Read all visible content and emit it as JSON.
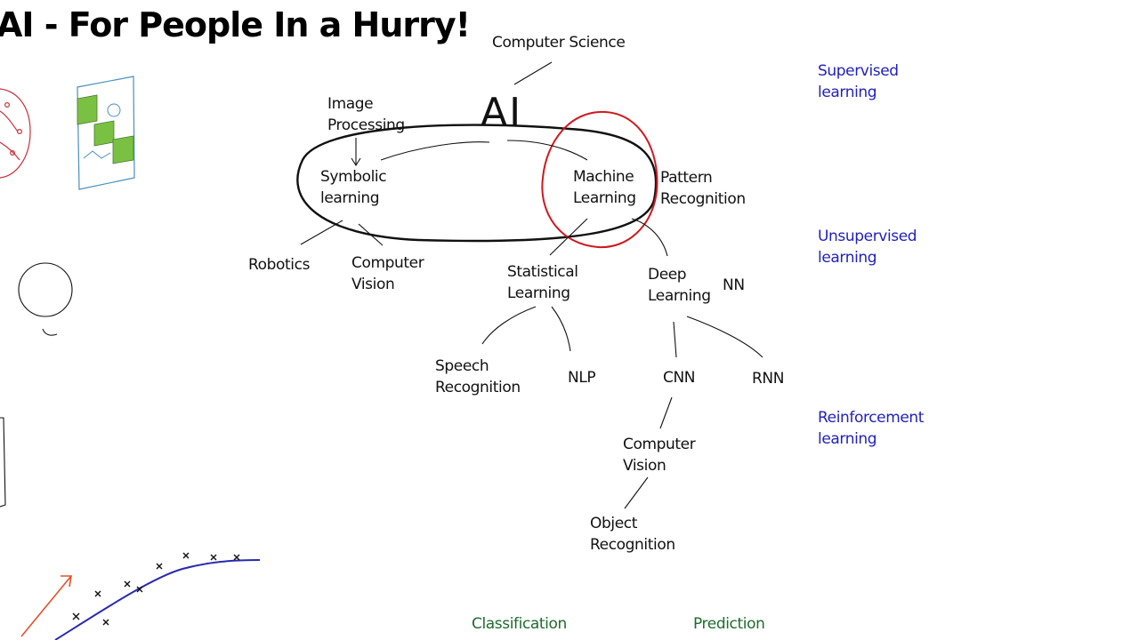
{
  "title": "AI - For People In a Hurry!",
  "nodes": {
    "computer_science": "Computer Science",
    "ai": "AI",
    "image_processing": "Image\nProcessing",
    "symbolic_learning": "Symbolic\nlearning",
    "machine_learning": "Machine\nLearning",
    "pattern_recognition": "Pattern\nRecognition",
    "robotics": "Robotics",
    "computer_vision_1": "Computer\nVision",
    "statistical_learning": "Statistical\nLearning",
    "deep_learning": "Deep\nLearning",
    "nn": "NN",
    "speech_recognition": "Speech\nRecognition",
    "nlp": "NLP",
    "cnn": "CNN",
    "rnn": "RNN",
    "computer_vision_2": "Computer\nVision",
    "object_recognition": "Object\nRecognition"
  },
  "learning_types": {
    "supervised": "Supervised\nlearning",
    "unsupervised": "Unsupervised\nlearning",
    "reinforcement": "Reinforcement\nlearning"
  },
  "tasks": {
    "classification": "Classification",
    "prediction": "Prediction"
  },
  "colors": {
    "ink": "#111111",
    "highlight_circle": "#d0181e",
    "learning_types": "#2222bb",
    "tasks": "#1e6b2e",
    "curve": "#2a2ab0",
    "arrow": "#e0522a",
    "brain_sketch": "#c8323c",
    "image_sketch": "#4a8fbf",
    "image_tiles": "#7ac143"
  }
}
